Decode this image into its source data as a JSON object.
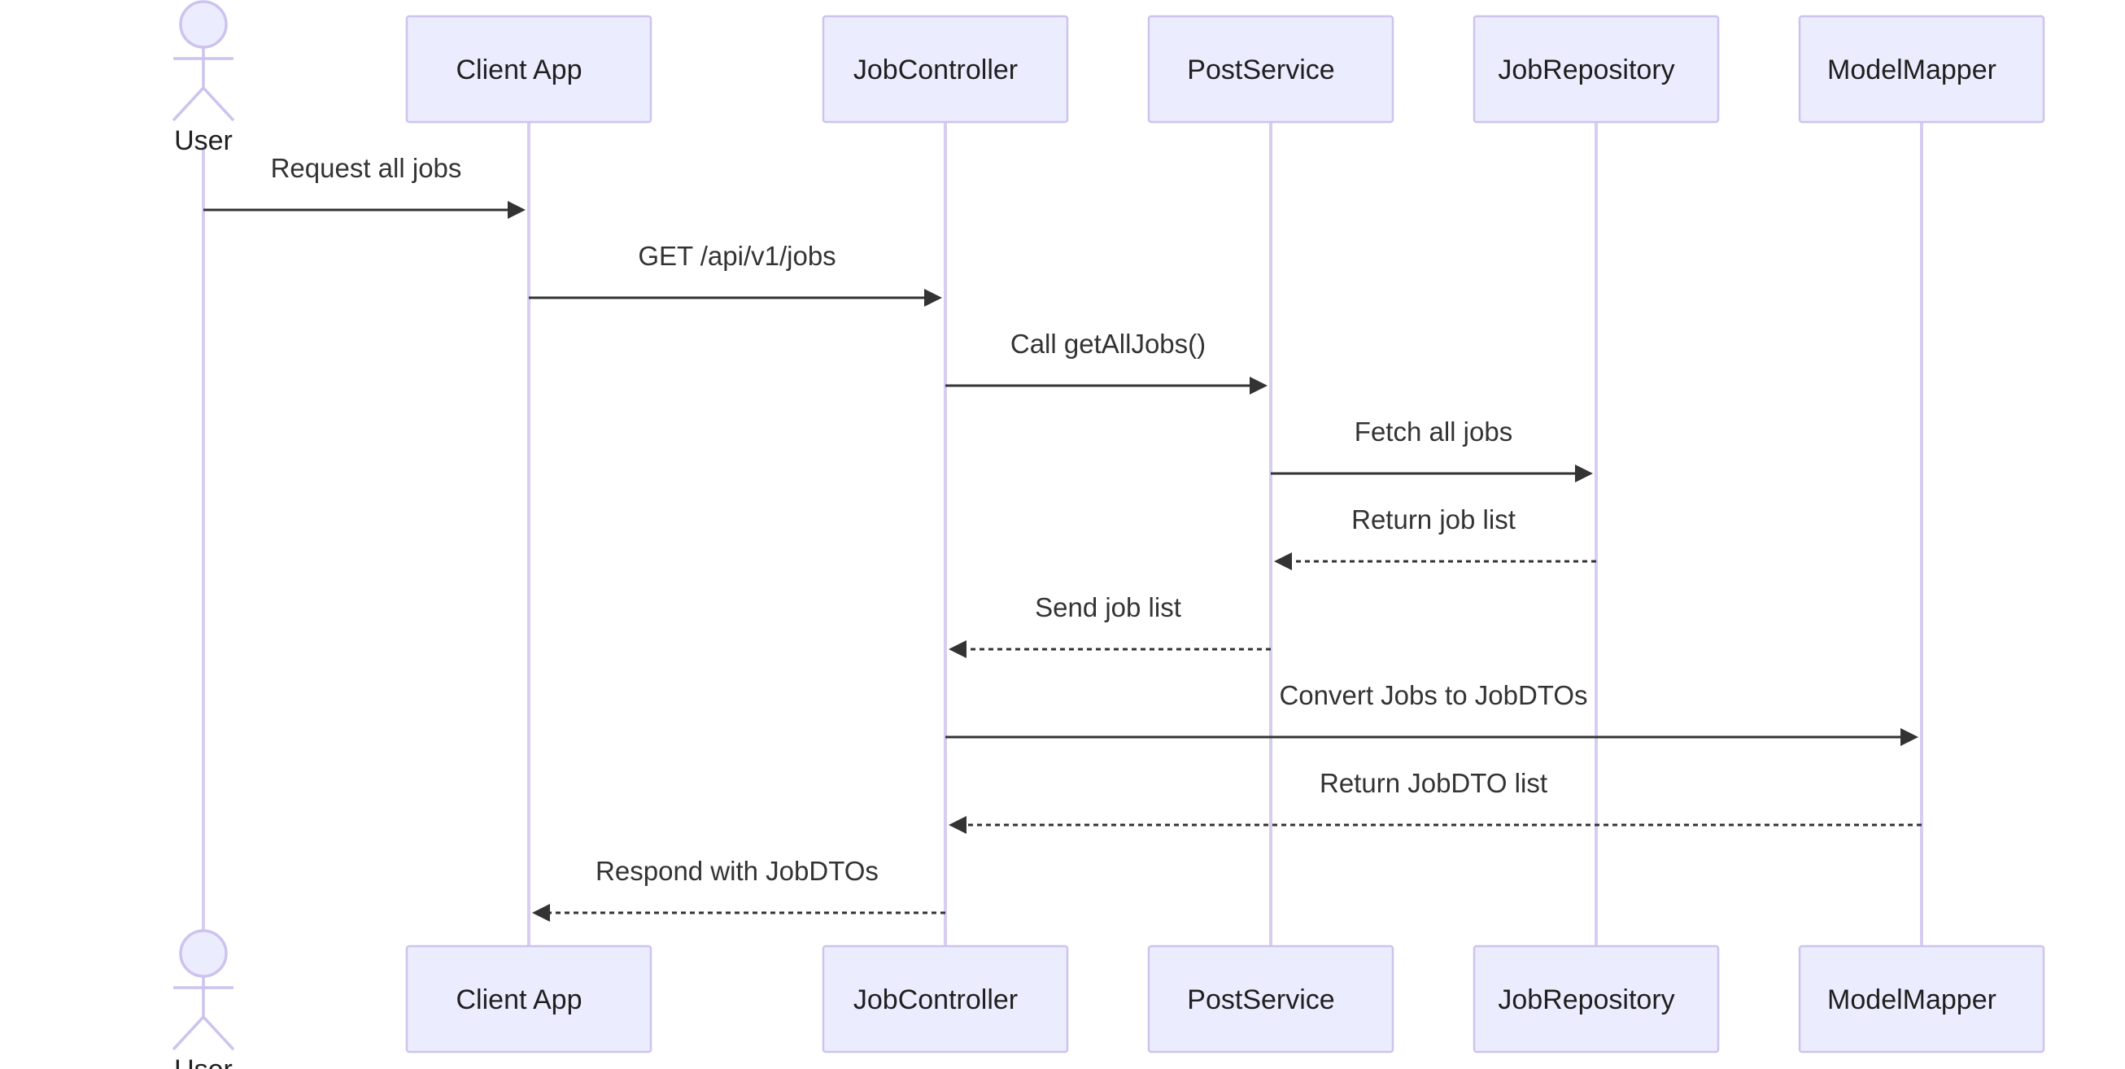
{
  "participants": [
    {
      "id": "user",
      "label": "User",
      "kind": "actor"
    },
    {
      "id": "client",
      "label": "Client App",
      "kind": "participant"
    },
    {
      "id": "jobcontroller",
      "label": "JobController",
      "kind": "participant"
    },
    {
      "id": "postservice",
      "label": "PostService",
      "kind": "participant"
    },
    {
      "id": "jobrepository",
      "label": "JobRepository",
      "kind": "participant"
    },
    {
      "id": "modelmapper",
      "label": "ModelMapper",
      "kind": "participant"
    }
  ],
  "messages": [
    {
      "from": "user",
      "to": "client",
      "text": "Request all jobs",
      "style": "solid"
    },
    {
      "from": "client",
      "to": "jobcontroller",
      "text": "GET /api/v1/jobs",
      "style": "solid"
    },
    {
      "from": "jobcontroller",
      "to": "postservice",
      "text": "Call getAllJobs()",
      "style": "solid"
    },
    {
      "from": "postservice",
      "to": "jobrepository",
      "text": "Fetch all jobs",
      "style": "solid"
    },
    {
      "from": "jobrepository",
      "to": "postservice",
      "text": "Return job list",
      "style": "dashed"
    },
    {
      "from": "postservice",
      "to": "jobcontroller",
      "text": "Send job list",
      "style": "dashed"
    },
    {
      "from": "jobcontroller",
      "to": "modelmapper",
      "text": "Convert Jobs to JobDTOs",
      "style": "solid"
    },
    {
      "from": "modelmapper",
      "to": "jobcontroller",
      "text": "Return JobDTO list",
      "style": "dashed"
    },
    {
      "from": "jobcontroller",
      "to": "client",
      "text": "Respond with JobDTOs",
      "style": "dashed"
    }
  ],
  "colors": {
    "box_fill": "#ececff",
    "box_stroke": "#cdc3ee",
    "lifeline": "#d6cdf0",
    "message": "#333333",
    "text": "#1f1f1f"
  }
}
